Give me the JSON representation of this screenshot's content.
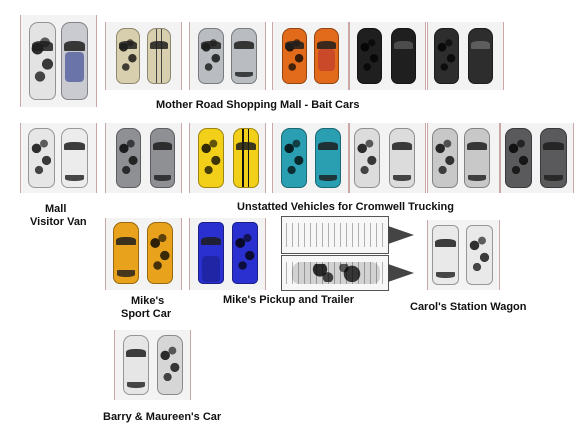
{
  "labels": {
    "bait_cars": "Mother Road Shopping Mall - Bait Cars",
    "mall_visitor_van_1": "Mall",
    "mall_visitor_van_2": "Visitor Van",
    "unstatted": "Unstatted Vehicles for Cromwell Trucking",
    "mikes_sport_car_1": "Mike's",
    "mikes_sport_car_2": "Sport Car",
    "mikes_pickup": "Mike's Pickup and Trailer",
    "carols_wagon": "Carol's Station Wagon",
    "barry_maureen": "Barry & Maureen's Car"
  },
  "colors": {
    "card_bg": "#f3f3f3",
    "card_border": "#c9a7a7",
    "white": "#e9e9e9",
    "cream": "#d8cfae",
    "silver": "#b9bcc0",
    "orange": "#e26a1b",
    "black": "#1f1f1f",
    "yellow": "#f2d01a",
    "teal": "#2a9fb2",
    "grey": "#8e9094",
    "dark_grey": "#5a5a5c",
    "blue": "#2a2fd0",
    "gold": "#e8a21c"
  }
}
